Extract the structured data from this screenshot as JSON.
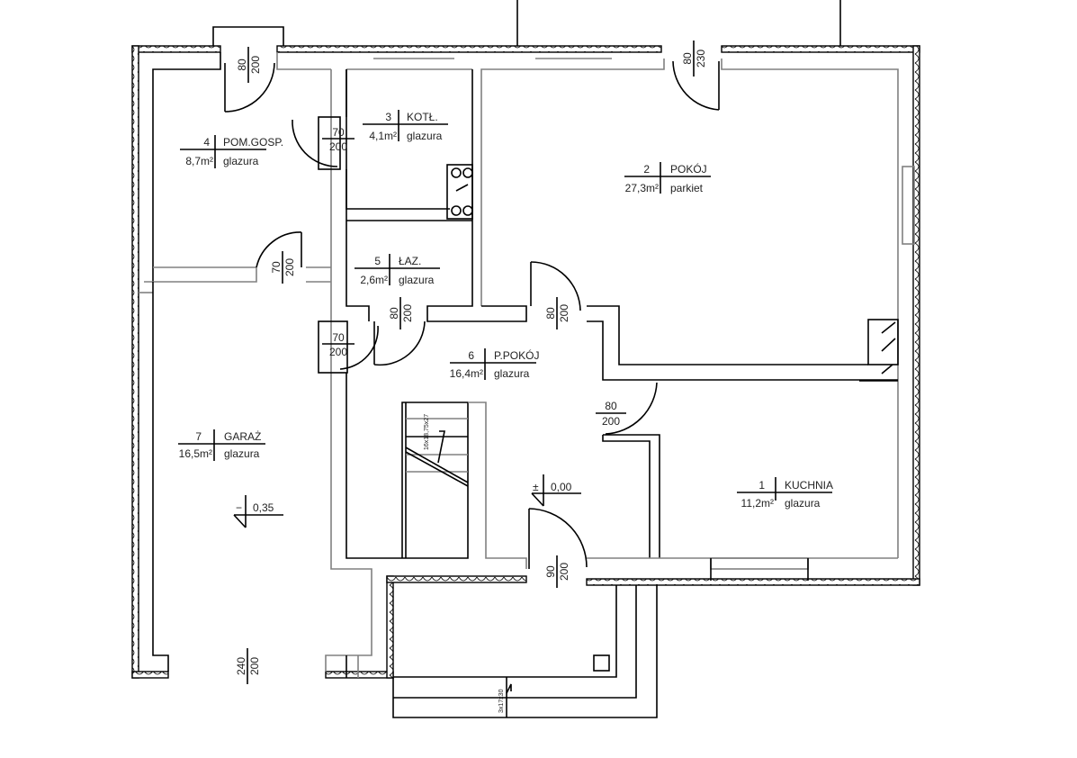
{
  "title": "Floor plan - ground floor",
  "rooms": [
    {
      "number": "1",
      "name": "KUCHNIA",
      "area": "11,2m²",
      "floor": "glazura"
    },
    {
      "number": "2",
      "name": "POKÓJ",
      "area": "27,3m²",
      "floor": "parkiet"
    },
    {
      "number": "3",
      "name": "KOTŁ.",
      "area": "4,1m²",
      "floor": "glazura"
    },
    {
      "number": "4",
      "name": "POM.GOSP.",
      "area": "8,7m²",
      "floor": "glazura"
    },
    {
      "number": "5",
      "name": "ŁAZ.",
      "area": "2,6m²",
      "floor": "glazura"
    },
    {
      "number": "6",
      "name": "P.POKÓJ",
      "area": "16,4m²",
      "floor": "glazura"
    },
    {
      "number": "7",
      "name": "GARAŻ",
      "area": "16,5m²",
      "floor": "glazura"
    }
  ],
  "doors": [
    {
      "width": "80",
      "height": "200"
    },
    {
      "width": "80",
      "height": "230"
    },
    {
      "width": "70",
      "height": "200"
    },
    {
      "width": "70",
      "height": "200"
    },
    {
      "width": "80",
      "height": "200"
    },
    {
      "width": "80",
      "height": "200"
    },
    {
      "width": "70",
      "height": "200"
    },
    {
      "width": "80",
      "height": "200"
    },
    {
      "width": "90",
      "height": "200"
    },
    {
      "width": "240",
      "height": "200"
    }
  ],
  "elevations": [
    {
      "sign": "±",
      "value": "0,00"
    },
    {
      "sign": "−",
      "value": "0,35"
    }
  ],
  "stairs": {
    "interior": "16x18,75x27",
    "exterior": "3x17x30"
  }
}
